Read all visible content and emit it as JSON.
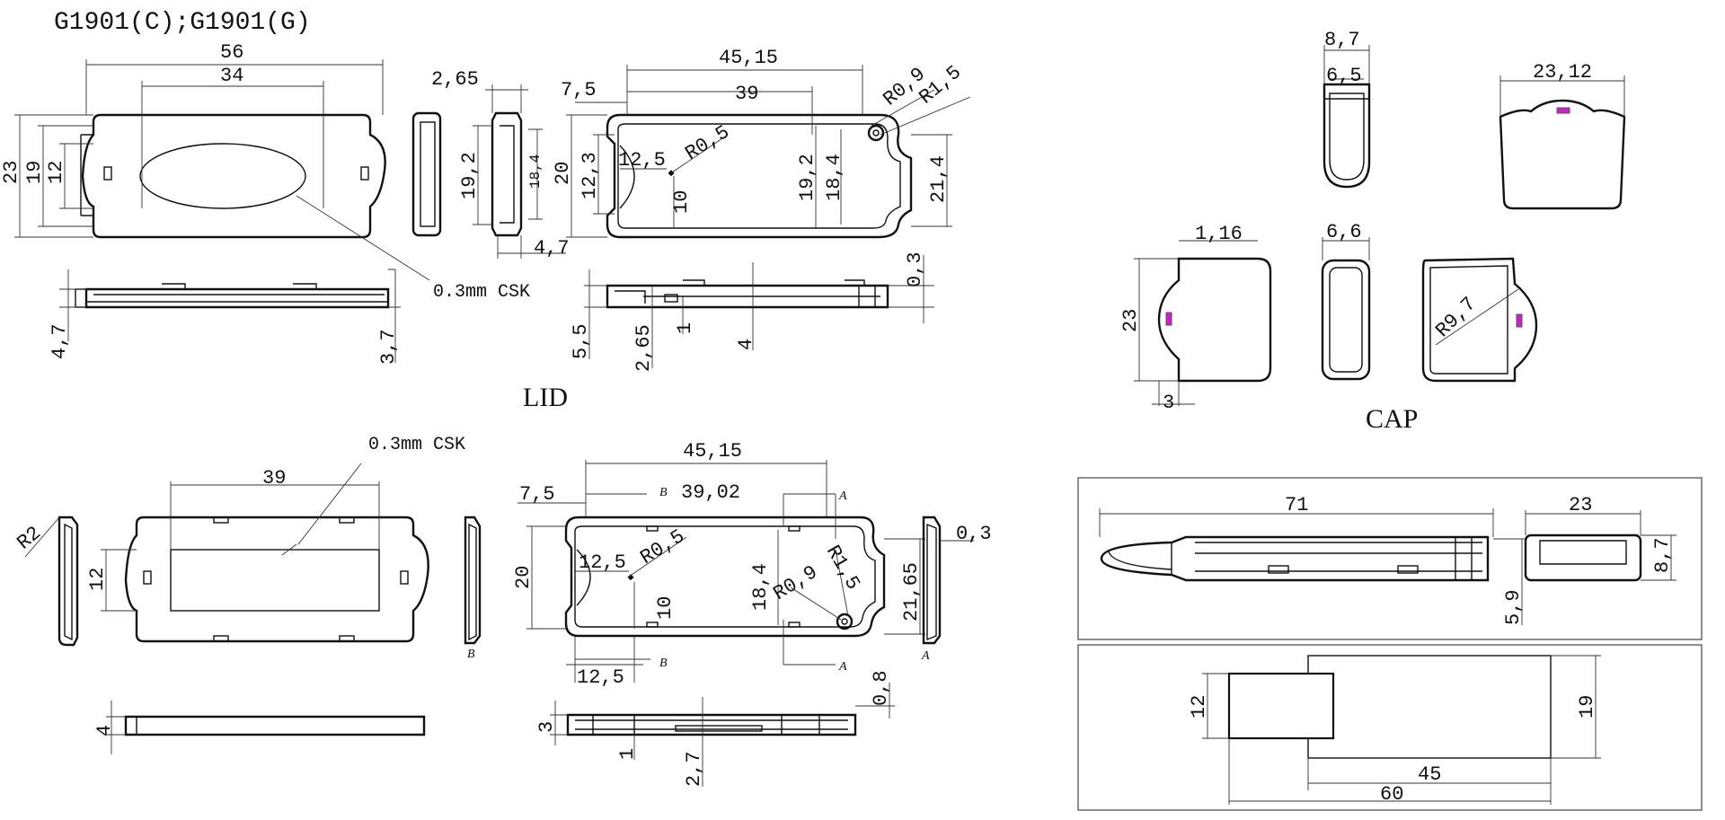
{
  "title": "G1901(C);G1901(G)",
  "sections": {
    "lid": "LID",
    "cap": "CAP"
  },
  "note_csk": "0.3mm CSK",
  "section_marks": {
    "a": "A",
    "b": "B"
  },
  "lid": {
    "top_plan": {
      "w56": "56",
      "w34": "34",
      "h23": "23",
      "h19": "19",
      "h12": "12"
    },
    "side_section": {
      "w265": "2,65",
      "h192": "19,2",
      "h184": "18,4",
      "w47": "4,7"
    },
    "inner_plan": {
      "w4515": "45,15",
      "w75": "7,5",
      "w39": "39",
      "r09": "R0,9",
      "r15": "R1,5",
      "r05": "R0,5",
      "h20": "20",
      "h123": "12,3",
      "w125": "12,5",
      "h10": "10",
      "h192": "19,2",
      "h184": "18,4",
      "h214": "21,4"
    },
    "side_top": {
      "h47": "4,7",
      "h37": "3,7"
    },
    "side_inner": {
      "h03": "0,3",
      "h55": "5,5",
      "h265": "2,65",
      "h1": "1",
      "h4": "4"
    }
  },
  "base": {
    "plan": {
      "w39": "39",
      "r2": "R2",
      "h12": "12"
    },
    "inner_plan": {
      "w4515": "45,15",
      "w75": "7,5",
      "w3902": "39,02",
      "r05": "R0,5",
      "h20": "20",
      "w125a": "12,5",
      "h10": "10",
      "h184": "18,4",
      "r09": "R0,9",
      "r15": "R1,5",
      "h2165": "21,65",
      "w125b": "12,5",
      "h03": "0,3",
      "h08": "0,8"
    },
    "side_outer": {
      "h4": "4"
    },
    "side_inner": {
      "h3": "3",
      "h1": "1",
      "h27": "2,7"
    }
  },
  "cap": {
    "top": {
      "w87": "8,7",
      "w65": "6,5"
    },
    "end": {
      "w2312": "23,12"
    },
    "side": {
      "w116": "1,16",
      "h23": "23",
      "w3": "3"
    },
    "front": {
      "w66": "6,6"
    },
    "rear": {
      "r97": "R9,7"
    }
  },
  "assembly": {
    "side": {
      "w71": "71",
      "w23": "23",
      "h87": "8,7",
      "h59": "5,9"
    },
    "plan": {
      "h12": "12",
      "h19": "19",
      "w45": "45",
      "w60": "60"
    }
  },
  "colors": {
    "line": "#111111",
    "dimension": "#333333",
    "marker": "#d21ad2"
  }
}
